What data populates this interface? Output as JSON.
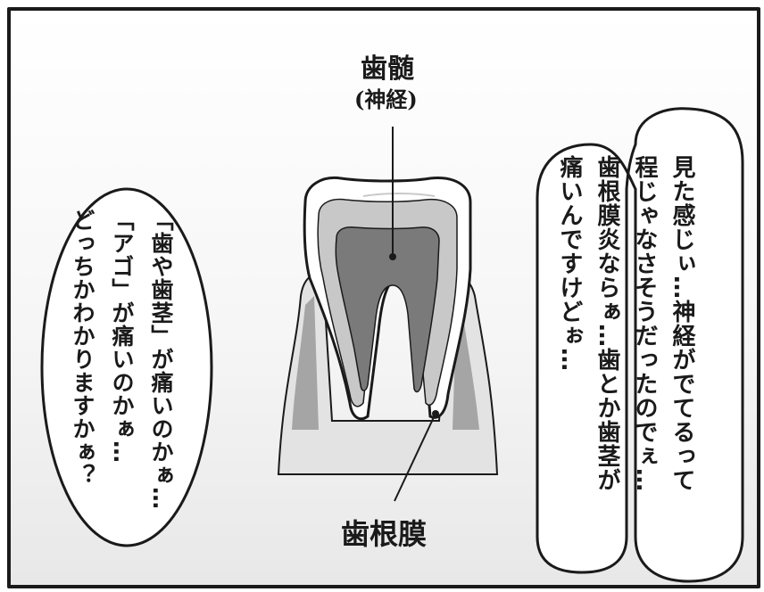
{
  "labels": {
    "pulp": "歯髄",
    "pulp_sub": "(神経)",
    "periodontal": "歯根膜"
  },
  "bubbles": {
    "right": {
      "lines": [
        "見た感じぃ…神経がでてるって",
        "程じゃなさそうだったのでぇ…",
        "歯根膜炎ならぁ…歯とか歯茎が",
        "痛いんですけどぉ…"
      ]
    },
    "left": {
      "lines": [
        "「歯や歯茎」が痛いのかぁ…",
        "「アゴ」が痛いのかぁ…",
        "どっちかわかりますかぁ？"
      ]
    }
  },
  "colors": {
    "ink": "#1a1a1a",
    "enamel": "#ffffff",
    "dentin": "#c8c8c8",
    "pulp": "#7a7a7a",
    "gum": "#9a9a9a"
  }
}
